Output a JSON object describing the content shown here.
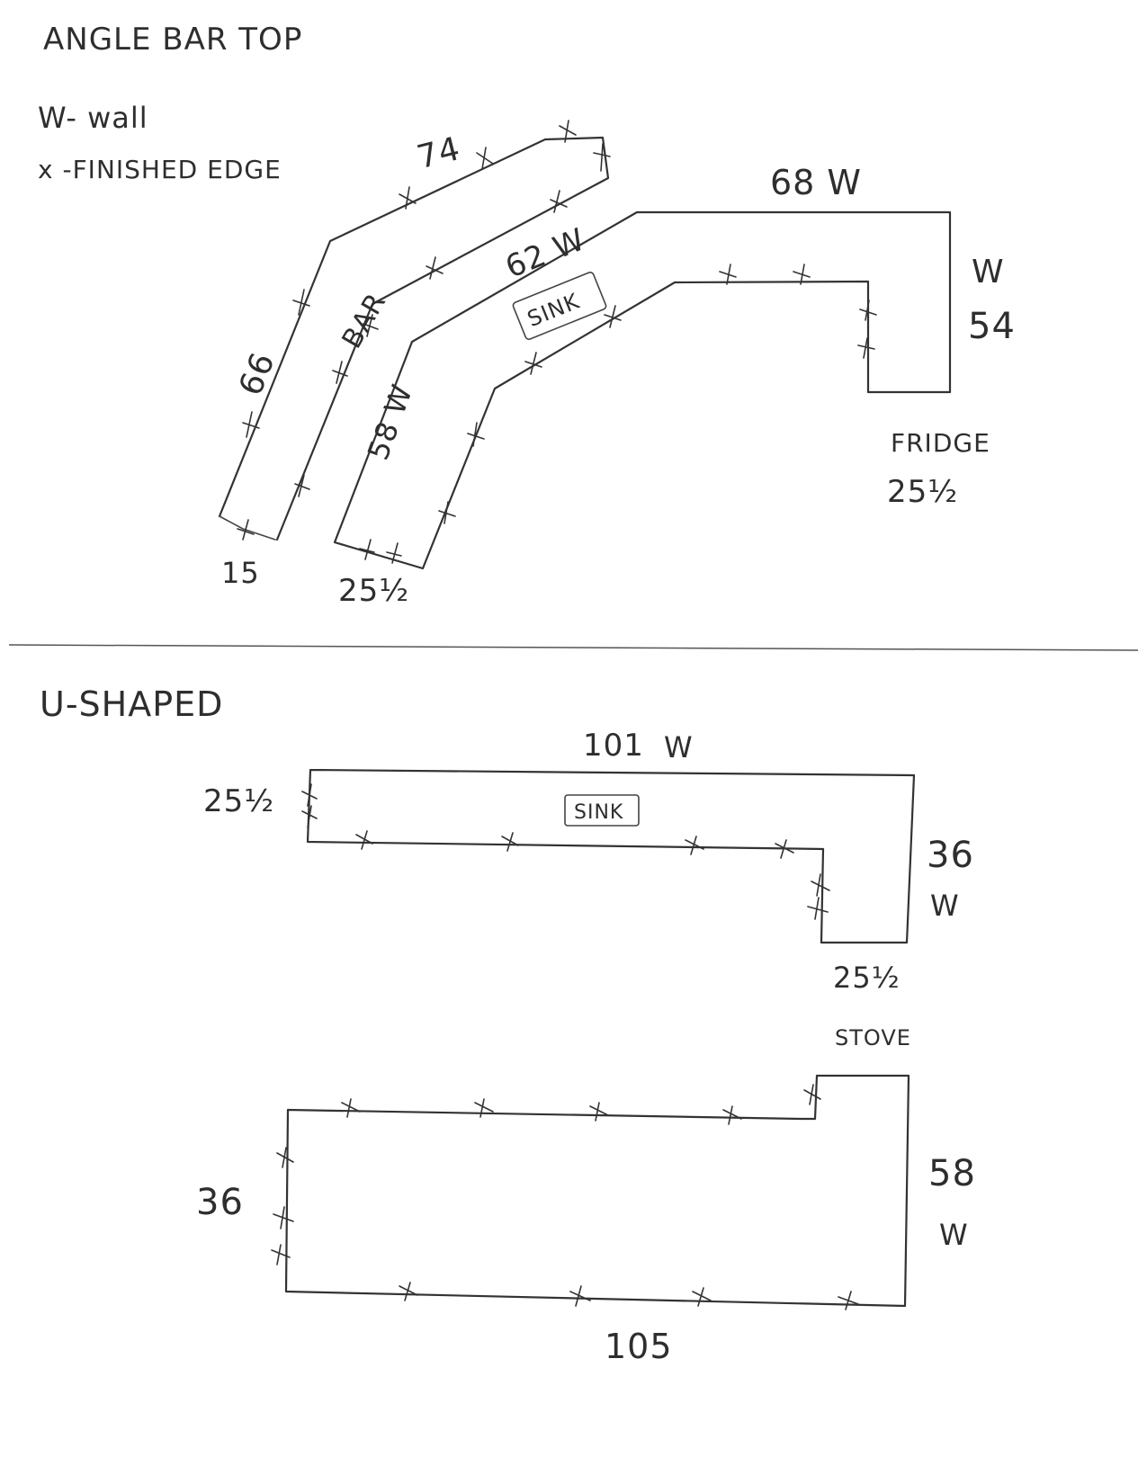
{
  "angle_section": {
    "title": "ANGLE BAR TOP",
    "legend": {
      "wall": "W- wall",
      "finished_edge": "x -FINISHED EDGE"
    },
    "labels": {
      "top_74": "74",
      "left_66": "66",
      "bar": "BAR",
      "end_15": "15",
      "inner_62w": "62 W",
      "sink": "SINK",
      "side_58w": "58 W",
      "end_25_left": "25½",
      "top_68w": "68 W",
      "right_w": "W",
      "right_54": "54",
      "fridge": "FRIDGE",
      "fridge_25": "25½"
    }
  },
  "u_section": {
    "title": "U-SHAPED",
    "labels": {
      "top_101": "101",
      "top_w": "W",
      "left_25": "25½",
      "sink": "SINK",
      "right_36": "36",
      "right_w": "W",
      "end_25": "25½",
      "stove": "STOVE",
      "lower_left_36": "36",
      "lower_right_58": "58",
      "lower_right_w": "W",
      "bottom_105": "105"
    }
  }
}
